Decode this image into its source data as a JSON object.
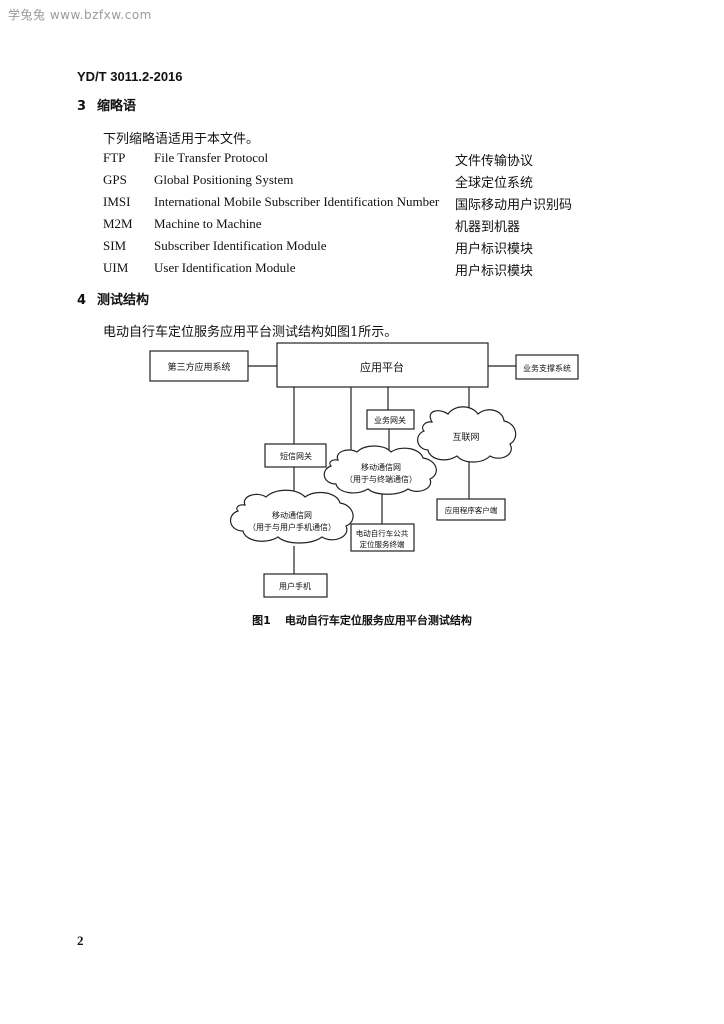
{
  "watermark": "学兔兔 www.bzfxw.com",
  "header": {
    "std_code": "YD/T 3011.2-2016"
  },
  "section3": {
    "number": "3",
    "title": "缩略语",
    "intro": "下列缩略语适用于本文件。",
    "abbreviations": [
      {
        "abbr": "FTP",
        "full": "File Transfer Protocol",
        "zh": "文件传输协议"
      },
      {
        "abbr": "GPS",
        "full": "Global Positioning System",
        "zh": "全球定位系统"
      },
      {
        "abbr": "IMSI",
        "full": "International Mobile Subscriber Identification Number",
        "zh": "国际移动用户识别码"
      },
      {
        "abbr": "M2M",
        "full": "Machine to Machine",
        "zh": "机器到机器"
      },
      {
        "abbr": "SIM",
        "full": "Subscriber Identification Module",
        "zh": "用户标识模块"
      },
      {
        "abbr": "UIM",
        "full": "User Identification Module",
        "zh": "用户标识模块"
      }
    ]
  },
  "section4": {
    "number": "4",
    "title": "测试结构",
    "intro": "电动自行车定位服务应用平台测试结构如图1所示。"
  },
  "diagram": {
    "third_party": "第三方应用系统",
    "platform": "应用平台",
    "support": "业务支撑系统",
    "business_gateway": "业务网关",
    "internet": "互联网",
    "sms_gateway": "短信网关",
    "mobile_net_terminal_line1": "移动通信网",
    "mobile_net_terminal_line2": "（用于与终端通信）",
    "app_client": "应用程序客户端",
    "mobile_net_user_line1": "移动通信网",
    "mobile_net_user_line2": "（用于与用户手机通信）",
    "terminal_line1": "电动自行车公共",
    "terminal_line2": "定位服务终端",
    "user_phone": "用户手机"
  },
  "figure": {
    "label": "图1",
    "caption": "电动自行车定位服务应用平台测试结构"
  },
  "page_number": "2"
}
